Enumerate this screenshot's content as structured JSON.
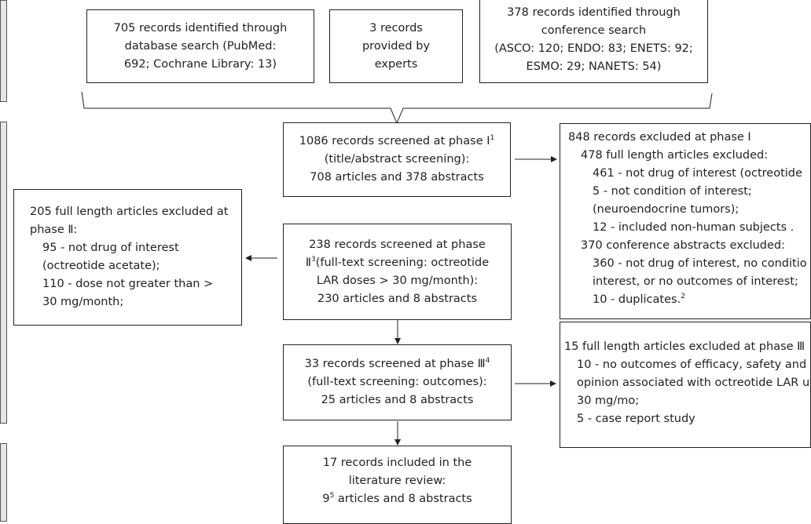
{
  "boxes": {
    "database_search": {
      "lines": [
        "705 records identified through",
        "database search (PubMed:",
        "692; Cochrane Library: 13)"
      ]
    },
    "experts": {
      "lines": [
        "3 records",
        "provided by",
        "experts"
      ]
    },
    "conference_search": {
      "lines": [
        "378 records identified through",
        "conference search",
        "(ASCO: 120; ENDO: 83; ENETS: 92;",
        "ESMO: 29; NANETS: 54)"
      ]
    },
    "phase1_screened": {
      "line1": "1086 records screened at phase Ⅰ",
      "line1_sup": "1",
      "line2": "(title/abstract screening):",
      "line3": "708 articles and 378 abstracts"
    },
    "phase1_excluded": {
      "lines": [
        {
          "text": "848 records excluded at phase Ⅰ",
          "indent": 0
        },
        {
          "text": "478 full length articles excluded:",
          "indent": 1
        },
        {
          "text": "461 - not drug of interest (octreotide",
          "indent": 2
        },
        {
          "text": "5 - not condition of interest;",
          "indent": 2
        },
        {
          "text": "(neuroendocrine tumors);",
          "indent": 2
        },
        {
          "text": "12 - included non-human subjects .",
          "indent": 2
        },
        {
          "text": "370 conference abstracts excluded:",
          "indent": 1
        },
        {
          "text": "360 - not drug of interest, no conditio",
          "indent": 2
        },
        {
          "text": "interest, or no outcomes of interest;",
          "indent": 2
        },
        {
          "text": "10 - duplicates.",
          "indent": 2,
          "sup": "2"
        }
      ]
    },
    "phase2_excluded": {
      "lines": [
        {
          "text": "205 full length articles excluded at",
          "indent": 0
        },
        {
          "text": "phase Ⅱ:",
          "indent": 0
        },
        {
          "text": "95 - not drug of interest",
          "indent": 1
        },
        {
          "text": "(octreotide acetate);",
          "indent": 1
        },
        {
          "text": "110 - dose not greater than >",
          "indent": 1
        },
        {
          "text": "30 mg/month;",
          "indent": 1
        }
      ]
    },
    "phase2_screened": {
      "line1": "238 records screened at phase",
      "line2_pre": "Ⅱ",
      "line2_sup": "3",
      "line2_post": "(full-text screening: octreotide",
      "line3": "LAR doses > 30 mg/month):",
      "line4": "230 articles and 8 abstracts"
    },
    "phase3_screened": {
      "line1": "33 records screened at phase Ⅲ",
      "line1_sup": "4",
      "line2": "(full-text screening: outcomes):",
      "line3": "25 articles and 8 abstracts"
    },
    "phase3_excluded": {
      "lines": [
        {
          "text": "15 full length articles excluded at phase Ⅲ",
          "indent": 0
        },
        {
          "text": "10 - no outcomes of efficacy, safety and",
          "indent": 1
        },
        {
          "text": "opinion associated with octreotide LAR u",
          "indent": 1
        },
        {
          "text": "30 mg/mo;",
          "indent": 1
        },
        {
          "text": "5 - case report study",
          "indent": 1
        }
      ]
    },
    "included": {
      "line1": "17 records included in the",
      "line2": "literature review:",
      "line3_pre": "9",
      "line3_sup": "5",
      "line3_post": " articles and 8 abstracts"
    }
  }
}
